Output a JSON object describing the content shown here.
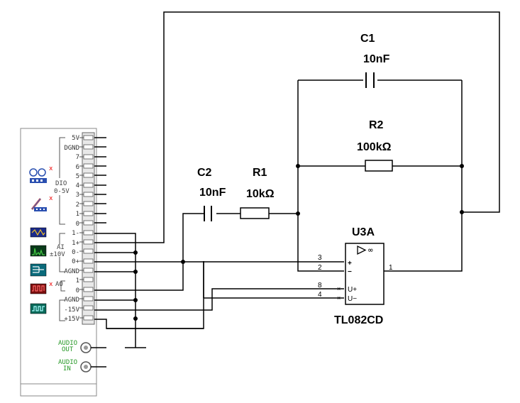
{
  "panel": {
    "dio_pins": [
      "5V",
      "DGND",
      "7",
      "6",
      "5",
      "4",
      "3",
      "2",
      "1",
      "0"
    ],
    "ai_pins": [
      "1-",
      "1+",
      "0-",
      "0+",
      "AGND"
    ],
    "ao_pins": [
      "1",
      "0"
    ],
    "power_pins": [
      "AGND",
      "-15V",
      "+15V"
    ],
    "group_dio": [
      "DIO",
      "0-5V"
    ],
    "group_ai": [
      "AI",
      "±10V"
    ],
    "group_ao": "AO",
    "audio_out": [
      "AUDIO",
      "OUT"
    ],
    "audio_in": [
      "AUDIO",
      "IN"
    ],
    "error_mark": "x",
    "icons": [
      "logic-analyzer-icon",
      "word-generator-icon",
      "oscilloscope-icon",
      "spectrum-icon",
      "bode-plotter-icon",
      "function-generator-icon",
      "signal-icon"
    ]
  },
  "components": {
    "c1": {
      "name": "C1",
      "value": "10nF"
    },
    "r2": {
      "name": "R2",
      "value": "100kΩ"
    },
    "c2": {
      "name": "C2",
      "value": "10nF"
    },
    "r1": {
      "name": "R1",
      "value": "10kΩ"
    },
    "u3a": {
      "name": "U3A",
      "part": "TL082CD",
      "symbol": "∞"
    }
  },
  "opamp_pins": {
    "in_plus_num": "3",
    "in_minus_num": "2",
    "vplus_num": "8",
    "vminus_num": "4",
    "out_num": "1",
    "plus_sign": "+",
    "minus_sign": "−",
    "vplus_label": "U+",
    "vminus_label": "U−"
  }
}
